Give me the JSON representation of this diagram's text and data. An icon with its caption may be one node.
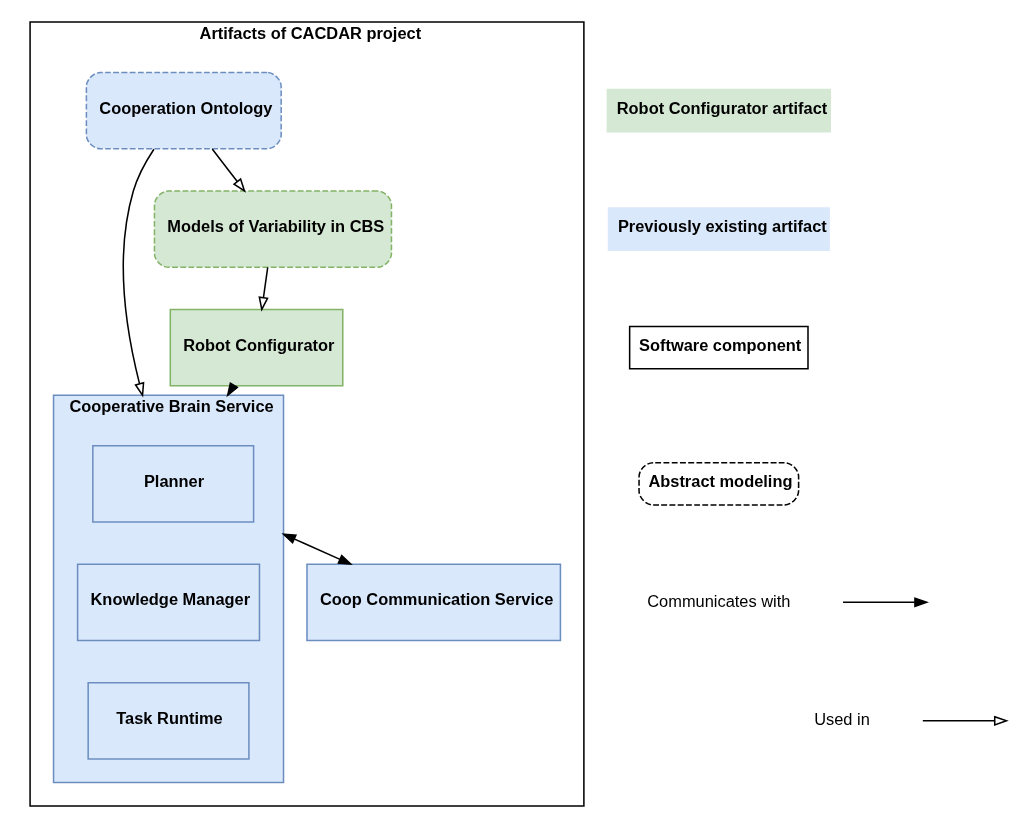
{
  "diagram": {
    "nodes": [
      {
        "text": [
          "Artifacts of CACDAR project"
        ]
      },
      {
        "text": [
          "Cooperative Brain Service"
        ],
        "in": 0
      },
      {
        "text": [
          "Planner"
        ],
        "in": 1
      },
      {
        "text": [
          "Knowledge Manager"
        ],
        "in": 1
      },
      {
        "text": [
          "Task Runtime"
        ],
        "in": 1
      },
      {
        "text": [
          "Coop Communication Service"
        ],
        "in": 0
      },
      {
        "text": [
          "Robot Configurator"
        ],
        "in": 0
      },
      {
        "text": [
          "Models of Variability in CBS"
        ],
        "in": 0
      },
      {
        "text": [
          "Cooperation Ontology"
        ],
        "in": 0
      }
    ],
    "edges": [
      {
        "from": 1,
        "to": 5,
        "arrow": "both"
      },
      {
        "from": 6,
        "to": 1,
        "arrow": "to"
      },
      {
        "from": 7,
        "to": 6,
        "arrow": "to"
      },
      {
        "from": 8,
        "to": 1,
        "arrow": "to"
      },
      {
        "from": 8,
        "to": 7,
        "arrow": "to"
      }
    ],
    "legend": [
      {
        "text": "Robot Configurator artifact",
        "color": "#d5e8d4"
      },
      {
        "text": "Previously existing artifact",
        "color": "#dae8fc"
      },
      {
        "text": "Software component"
      },
      {
        "text": "Abstract modeling"
      },
      {
        "text": "Communicates with"
      },
      {
        "text": "Used in"
      }
    ]
  }
}
